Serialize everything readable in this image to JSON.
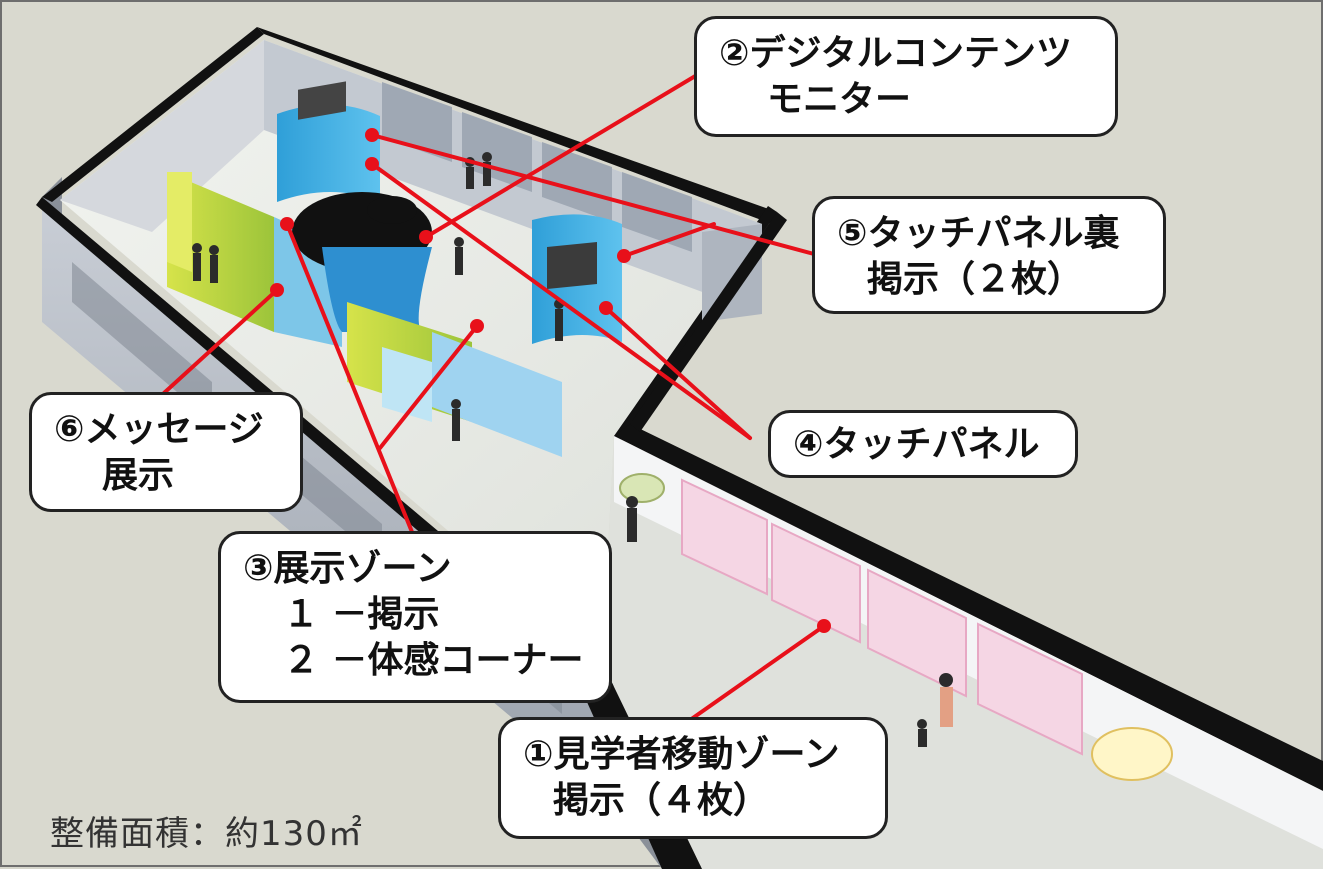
{
  "callouts": {
    "c1": [
      "①見学者移動ゾーン",
      "掲示（４枚）"
    ],
    "c2": [
      "②デジタルコンテンツ",
      "モニター"
    ],
    "c3": [
      "③展示ゾーン",
      "１ －掲示",
      "２ －体感コーナー"
    ],
    "c4": [
      "④タッチパネル"
    ],
    "c5": [
      "⑤タッチパネル裏",
      "掲示（２枚）"
    ],
    "c6": [
      "⑥メッセージ",
      "展示"
    ]
  },
  "area_note": "整備面積：約130㎡",
  "colors": {
    "leader": "#e8101a",
    "callout_border": "#222222",
    "background": "#d9d9cf",
    "wall_black": "#111111",
    "floor": "#e9ebe6",
    "panel_blue": "#3aa9df",
    "panel_green": "#a8c83c"
  }
}
